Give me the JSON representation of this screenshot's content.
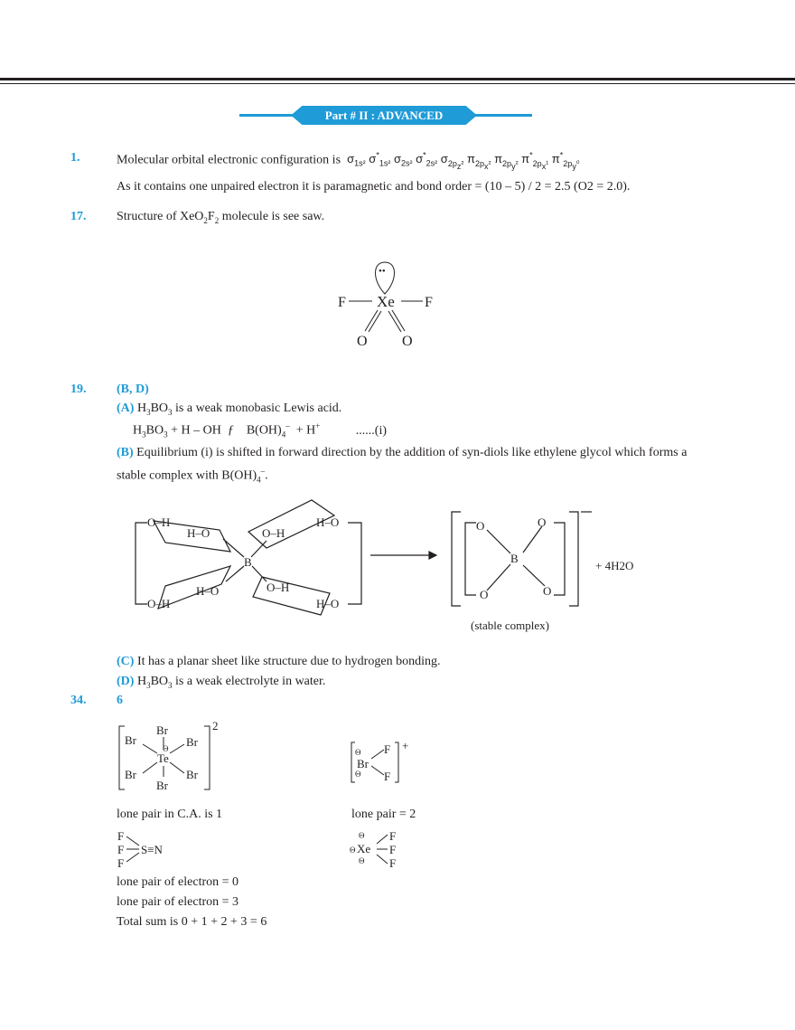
{
  "header": {
    "section_banner": "Part # II : ADVANCED",
    "accent_color": "#1f9bd7"
  },
  "q1": {
    "number": "1.",
    "line1_prefix": "Molecular orbital electronic configuration is",
    "configuration": "σ1s² σ*1s² σ2s² σ*2s² σ2pz² π2px² π2py² π*2px¹ π*2py⁰",
    "line2": "As it contains one unpaired electron it is paramagnetic and bond order = (10 – 5) / 2 = 2.5 (O2 = 2.0)."
  },
  "q17": {
    "number": "17.",
    "text_a": "Structure of XeO",
    "sub1": "2",
    "text_b": "F",
    "sub2": "2",
    "text_c": " molecule is see saw.",
    "diagram": {
      "central": "Xe",
      "left": "F",
      "right": "F",
      "bottom_left": "O",
      "bottom_right": "O",
      "lone_pair": "••"
    }
  },
  "q19": {
    "number": "19.",
    "answer": "(B, D)",
    "a_label": "(A)",
    "a_text": "H3BO3 is a weak monobasic Lewis acid.",
    "equation": "H3BO3 + H – OH ƒ B(OH)4– + H+",
    "equation_tag": "......(i)",
    "b_label": "(B)",
    "b_text": "Equilibrium (i) is shifted in forward direction by the addition of syn-diols like ethylene glycol which forms a stable complex with B(OH)4–.",
    "diagram": {
      "center": "B",
      "oh_labels": [
        "O–H",
        "H–O",
        "O–H",
        "H–O",
        "H–O",
        "O–H",
        "H–O",
        "O–H"
      ],
      "product_center": "B",
      "product_charge": "–",
      "product_byproduct": "+ 4H2O",
      "product_caption": "(stable complex)"
    },
    "c_label": "(C)",
    "c_text": "It has a planar sheet like structure due to hydrogen bonding.",
    "d_label": "(D)",
    "d_text": "H3BO3 is a weak electrolyte in water."
  },
  "q34": {
    "number": "34.",
    "answer": "6",
    "species": [
      {
        "formula": "[TeBr6]2–",
        "central": "Te",
        "ligands": [
          "Br",
          "Br",
          "Br",
          "Br",
          "Br",
          "Br"
        ],
        "charge": "2",
        "caption": "lone pair in C.A. is 1"
      },
      {
        "formula": "[BrF2]+",
        "central": "Br",
        "ligands": [
          "F",
          "F"
        ],
        "charge": "+",
        "caption": "lone pair = 2"
      },
      {
        "formula": "SNF3",
        "central": "S≡N",
        "ligands": [
          "F",
          "F",
          "F"
        ],
        "caption": "lone pair of electron = 0"
      },
      {
        "formula": "XeF3–",
        "central": "Xe",
        "ligands": [
          "F",
          "F",
          "F"
        ],
        "caption": "lone pair of electron = 3"
      }
    ],
    "total": "Total sum is   0 + 1 + 2 + 3 = 6"
  }
}
